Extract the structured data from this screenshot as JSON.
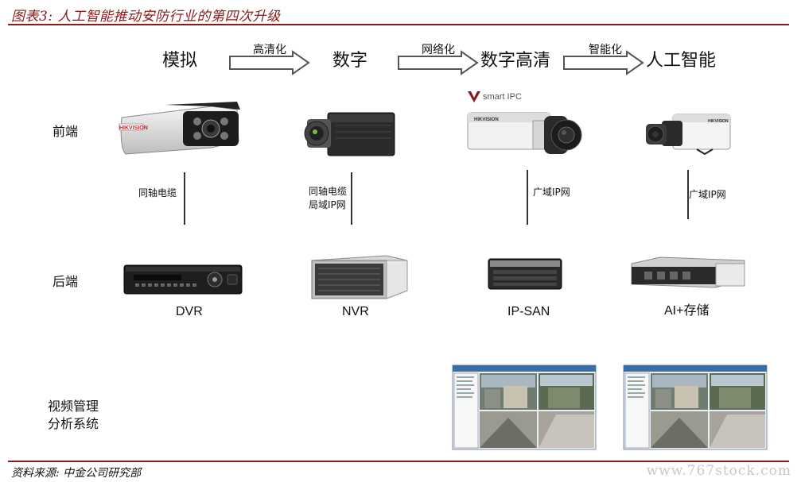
{
  "header": {
    "title": "图表3: 人工智能推动安防行业的第四次升级"
  },
  "stages": [
    "模拟",
    "数字",
    "数字高清",
    "人工智能"
  ],
  "arrows": [
    "高清化",
    "网络化",
    "智能化"
  ],
  "rows": {
    "front": "前端",
    "back": "后端",
    "system_line1": "视频管理",
    "system_line2": "分析系统"
  },
  "cables": [
    {
      "line1": "同轴电缆",
      "line2": ""
    },
    {
      "line1": "同轴电缆",
      "line2": "局域IP网"
    },
    {
      "line1": "广域IP网",
      "line2": ""
    },
    {
      "line1": "广域IP网",
      "line2": ""
    }
  ],
  "backend_devices": [
    "DVR",
    "NVR",
    "IP-SAN",
    "AI+存储"
  ],
  "logos": {
    "camera_brand": "HIKVISION",
    "smart_ipc": "smart IPC"
  },
  "footer": {
    "source": "资料来源: 中金公司研究部",
    "watermark": "www.767stock.com"
  },
  "colors": {
    "accent": "#8b1a1a",
    "arrow_stroke": "#555555",
    "brand_red": "#c0262d"
  }
}
